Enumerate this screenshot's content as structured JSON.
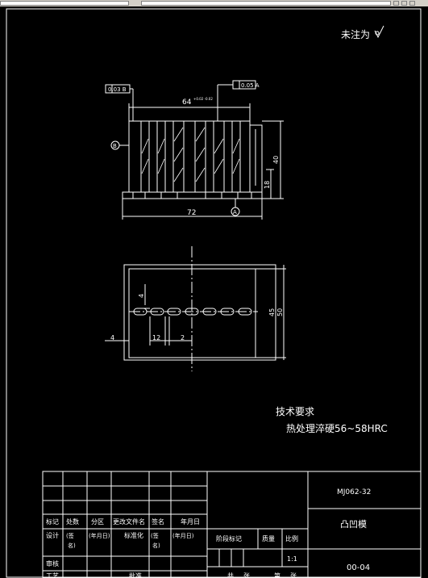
{
  "corner_note": "未注为",
  "tolerance_frames": {
    "left": "0.03 B",
    "right": "0.05 A"
  },
  "front_view": {
    "width_dim": "64",
    "width_tol": "+0.02\n-0.02",
    "total_width": "72",
    "height_dim": "40",
    "base_height": "18",
    "datum_a": "A",
    "datum_b": "B"
  },
  "top_view": {
    "dim_4_vert": "4",
    "dim_45": "45",
    "dim_50": "50",
    "dim_4_horiz": "4",
    "dim_12": "12",
    "dim_2": "2"
  },
  "tech_req": {
    "title": "技术要求",
    "line1": "热处理淬硬56~58HRC"
  },
  "title_block": {
    "drawing_no": "MJ062-32",
    "part_name": "凸凹模",
    "sheet_no": "00-04",
    "mark": "标记",
    "count": "处数",
    "zone": "分区",
    "change_doc": "更改文件名",
    "sign": "签名",
    "date": "年月日",
    "design": "设计",
    "sign_paren1": "(签",
    "name_paren1": "名)",
    "date_paren1": "(年月日)",
    "standardize": "标准化",
    "sign_paren2": "(签",
    "name_paren2": "名)",
    "date_paren2": "(年月日)",
    "stage_mark": "阶段标记",
    "weight": "质量",
    "scale": "比例",
    "scale_value": "1:1",
    "review": "审核",
    "process": "工艺",
    "approve": "批准",
    "total": "共",
    "sheets1": "张",
    "sheet_idx": "第",
    "sheets2": "张"
  }
}
